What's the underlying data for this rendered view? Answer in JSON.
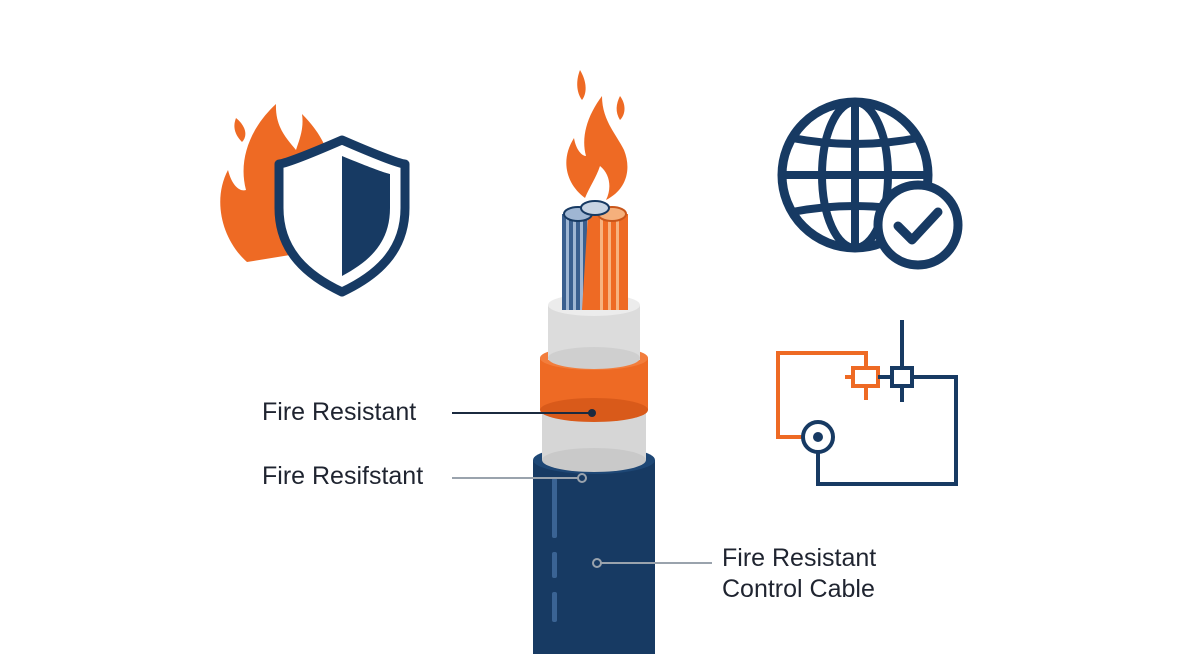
{
  "colors": {
    "navy": "#173a63",
    "orange": "#ee6a24",
    "gray_layer": "#d9d9d9",
    "leader_line_dark": "#1b2a3f",
    "leader_line_gray": "#9aa3ad"
  },
  "icons": {
    "fire_shield": "fire-shield-icon",
    "flame": "flame-icon",
    "globe_check": "globe-check-icon",
    "circuit": "circuit-diagram-icon"
  },
  "labels": {
    "fire_resistant_1": "Fire Resistant",
    "fire_resistant_2": "Fire Resifstant",
    "control_cable_line1": "Fire Resistant",
    "control_cable_line2": "Control Cable"
  }
}
